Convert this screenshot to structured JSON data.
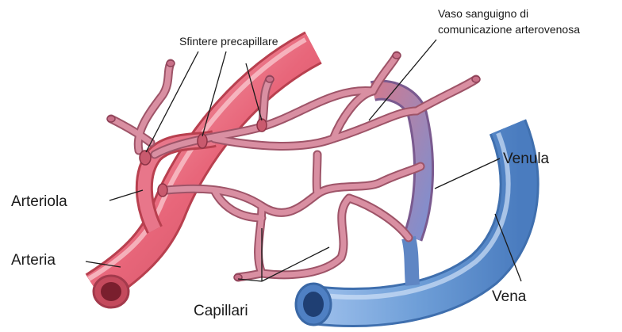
{
  "labels": {
    "vaso_line1": "Vaso sanguigno di",
    "vaso_line2": "comunicazione  arterovenosa",
    "sfintere": "Sfintere precapillare",
    "arteriola": "Arteriola",
    "arteria": "Arteria",
    "capillari": "Capillari",
    "venula": "Venula",
    "vena": "Vena"
  },
  "colors": {
    "artery": "#e8667a",
    "artery_light": "#f4a3ae",
    "artery_dark": "#b8404f",
    "capillary": "#d58a9c",
    "capillary_dark": "#9e5468",
    "vein": "#6f9fd8",
    "vein_light": "#b3cdef",
    "vein_dark": "#3f6fae"
  }
}
